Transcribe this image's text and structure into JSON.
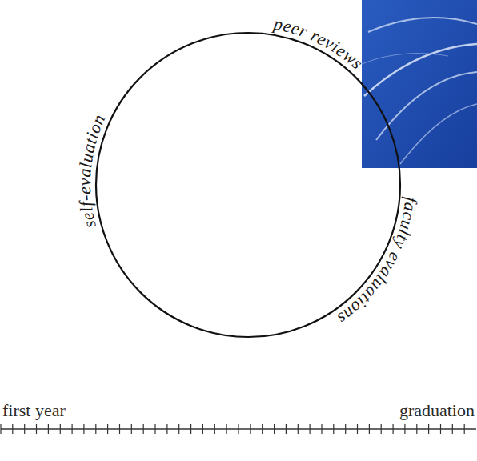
{
  "diagram": {
    "labels": [
      "peer reviews",
      "self-evaluation",
      "faculty evaluations",
      "first year",
      "graduation"
    ]
  }
}
